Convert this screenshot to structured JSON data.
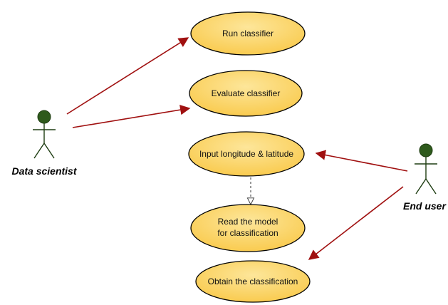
{
  "actors": [
    {
      "id": "data-scientist",
      "label": "Data scientist"
    },
    {
      "id": "end-user",
      "label": "End user"
    }
  ],
  "use_cases": [
    {
      "id": "run-classifier",
      "lines": [
        "Run classifier"
      ]
    },
    {
      "id": "evaluate-classifier",
      "lines": [
        "Evaluate classifier"
      ]
    },
    {
      "id": "input-longitude-latitude",
      "lines": [
        "Input longitude & latitude"
      ]
    },
    {
      "id": "read-model",
      "lines": [
        "Read the model",
        "for classification"
      ]
    },
    {
      "id": "obtain-classification",
      "lines": [
        "Obtain the classification"
      ]
    }
  ],
  "colors": {
    "usecase_fill": "#fcd46c",
    "usecase_stroke": "#000000",
    "actor_fill": "#2e5a1c",
    "actor_stroke": "#1f3d12",
    "association_arrow": "#a01010",
    "include_arrow": "#333333"
  }
}
